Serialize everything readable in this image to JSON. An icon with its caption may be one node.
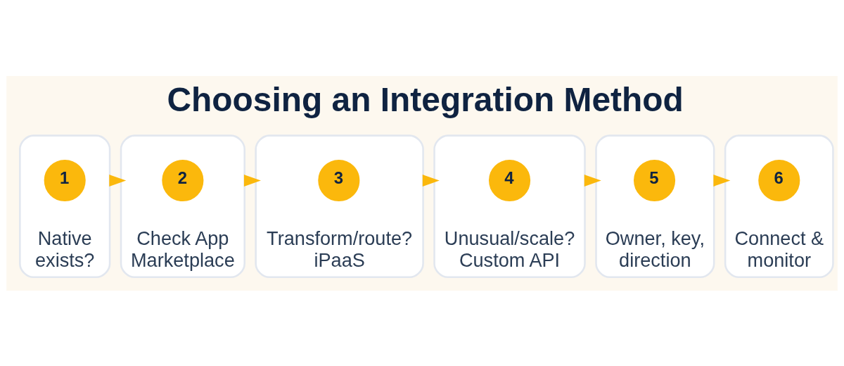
{
  "diagram": {
    "title": "Choosing an Integration Method",
    "nodes": [
      {
        "text": [
          "Native exists?"
        ]
      },
      {
        "text": [
          "1"
        ],
        "in": 0
      },
      {
        "text": [
          "Check App Marketplace"
        ]
      },
      {
        "text": [
          "2"
        ],
        "in": 2
      },
      {
        "text": [
          "Transform/route? iPaaS"
        ]
      },
      {
        "text": [
          "3"
        ],
        "in": 4
      },
      {
        "text": [
          "Unusual/scale? Custom API"
        ]
      },
      {
        "text": [
          "4"
        ],
        "in": 6
      },
      {
        "text": [
          "Owner, key, direction"
        ]
      },
      {
        "text": [
          "5"
        ],
        "in": 8
      },
      {
        "text": [
          "Connect & monitor"
        ]
      },
      {
        "text": [
          "6"
        ],
        "in": 10
      }
    ],
    "edges": [
      {
        "from": 0,
        "to": 2,
        "arrow": "to"
      },
      {
        "from": 2,
        "to": 4,
        "arrow": "to"
      },
      {
        "from": 4,
        "to": 6,
        "arrow": "to"
      },
      {
        "from": 6,
        "to": 8,
        "arrow": "to"
      },
      {
        "from": 8,
        "to": 10,
        "arrow": "to"
      }
    ]
  }
}
